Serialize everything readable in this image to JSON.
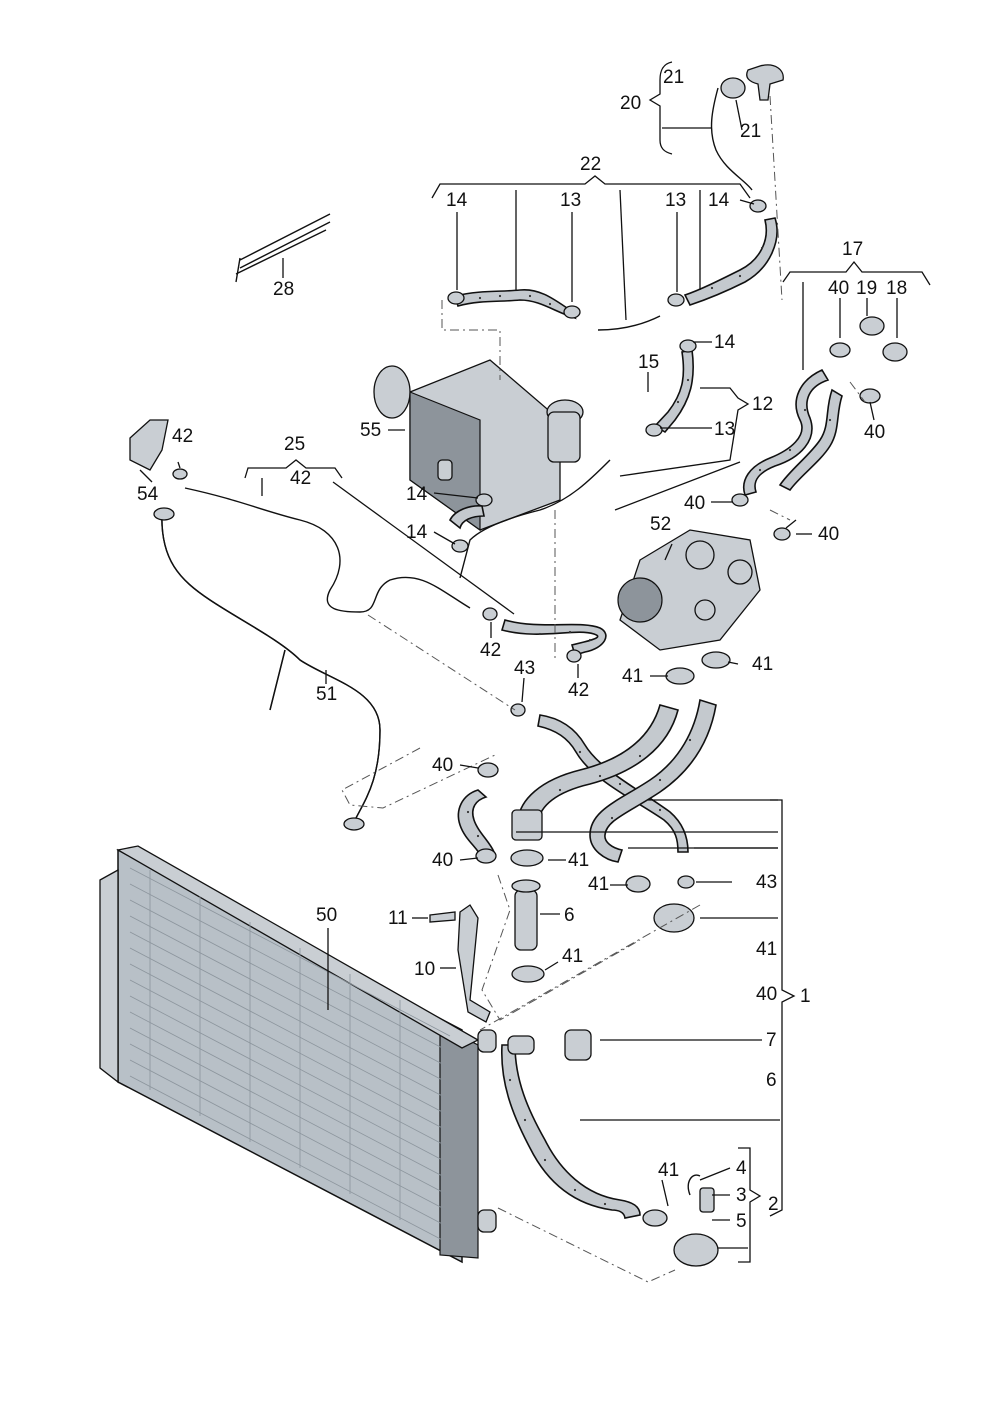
{
  "diagram": {
    "callouts": {
      "c21a": "21",
      "c20": "20",
      "c21b": "21",
      "c22": "22",
      "c14a": "14",
      "c13a": "13",
      "c13b": "13",
      "c14b": "14",
      "c28": "28",
      "c17": "17",
      "c40a": "40",
      "c19": "19",
      "c18": "18",
      "c14c": "14",
      "c15": "15",
      "c12": "12",
      "c13c": "13",
      "c40b": "40",
      "c55": "55",
      "c42a": "42",
      "c25": "25",
      "c42b": "42",
      "c54": "54",
      "c14d": "14",
      "c14e": "14",
      "c40c": "40",
      "c52": "52",
      "c40d": "40",
      "c42c": "42",
      "c42d": "42",
      "c43a": "43",
      "c41a": "41",
      "c41b": "41",
      "c51": "51",
      "c40e": "40",
      "c40f": "40",
      "c41c": "41",
      "c41d": "41",
      "c43b": "43",
      "c11": "11",
      "c6a": "6",
      "c50": "50",
      "c41e": "41",
      "c10": "10",
      "c41f": "41",
      "c40g": "40",
      "c1": "1",
      "c7": "7",
      "c6b": "6",
      "c41g": "41",
      "c4": "4",
      "c3": "3",
      "c2": "2",
      "c5": "5"
    }
  }
}
